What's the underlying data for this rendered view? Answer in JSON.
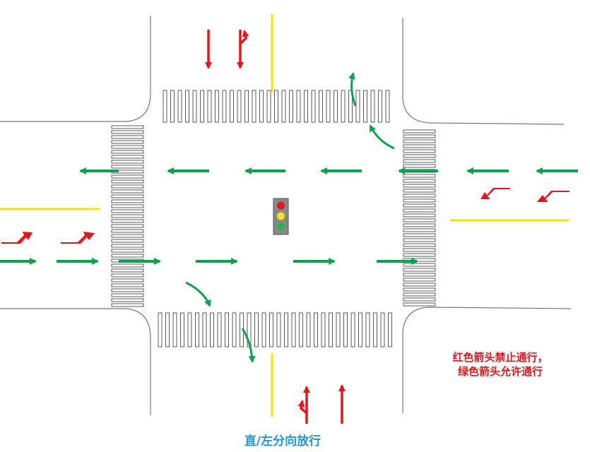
{
  "legend": {
    "line1": "红色箭头禁止通行，",
    "line2": "绿色箭头允许通行"
  },
  "caption": "直/左分向放行",
  "colors": {
    "allow": "#0aa24b",
    "deny": "#e8141b",
    "center_line": "#f5e600",
    "curb": "#777777",
    "caption": "#2196d9"
  },
  "signal": {
    "lamps": [
      "red",
      "yellow",
      "green"
    ],
    "lamp_colors": [
      "#e11b22",
      "#f2e22a",
      "#2bb34a"
    ]
  }
}
